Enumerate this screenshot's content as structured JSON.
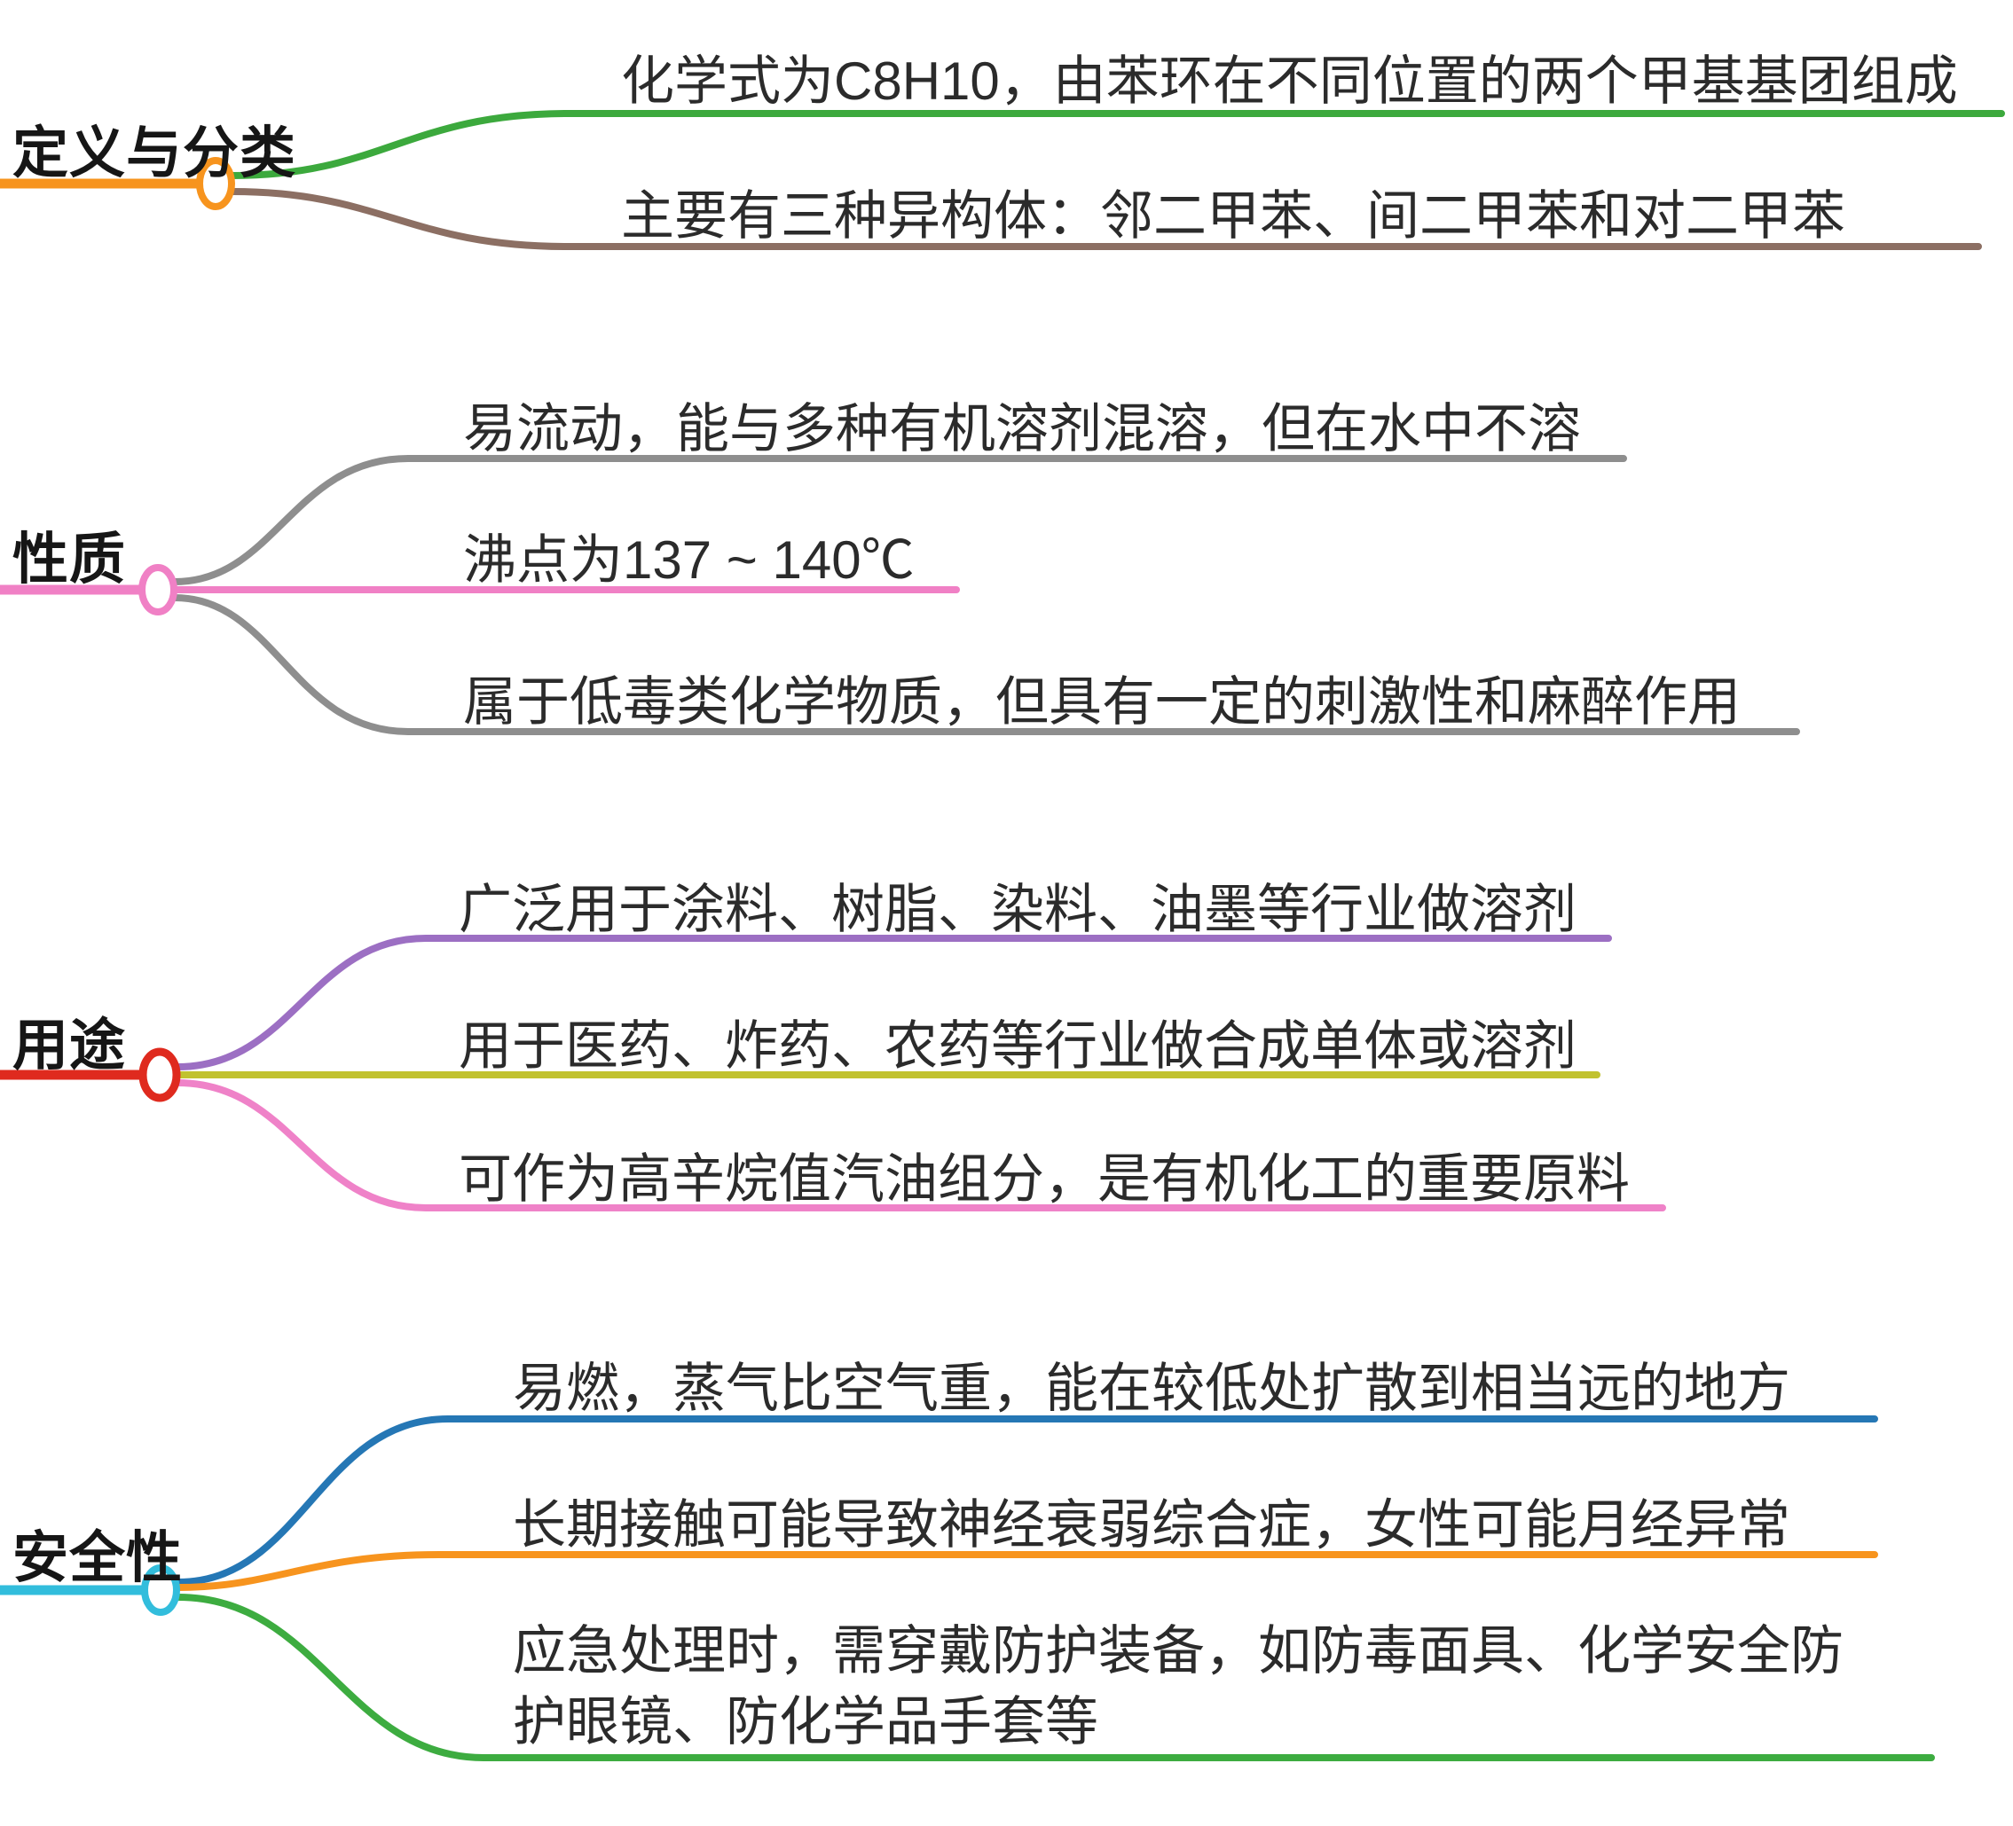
{
  "sections": [
    {
      "label": "定义与分类",
      "color": "#F7941E",
      "children": [
        {
          "text": "化学式为C8H10，由苯环在不同位置的两个甲基基团组成",
          "color": "#3CA93D"
        },
        {
          "text": "主要有三种异构体：邻二甲苯、间二甲苯和对二甲苯",
          "color": "#8C6F63"
        }
      ]
    },
    {
      "label": "性质",
      "color": "#F080C5",
      "children": [
        {
          "text": "易流动，能与多种有机溶剂混溶，但在水中不溶",
          "color": "#8E8E8E"
        },
        {
          "text": "沸点为137 ~ 140℃",
          "color": "#F080C5"
        },
        {
          "text": "属于低毒类化学物质，但具有一定的刺激性和麻醉作用",
          "color": "#8E8E8E"
        }
      ]
    },
    {
      "label": "用途",
      "color": "#DF2A1E",
      "children": [
        {
          "text": "广泛用于涂料、树脂、染料、油墨等行业做溶剂",
          "color": "#9C6FC3"
        },
        {
          "text": "用于医药、炸药、农药等行业做合成单体或溶剂",
          "color": "#C1C22F"
        },
        {
          "text": "可作为高辛烷值汽油组分，是有机化工的重要原料",
          "color": "#EF82C8"
        }
      ]
    },
    {
      "label": "安全性",
      "color": "#32BDDC",
      "children": [
        {
          "text": "易燃，蒸气比空气重，能在较低处扩散到相当远的地方",
          "color": "#2577B5"
        },
        {
          "text": "长期接触可能导致神经衰弱综合症，女性可能月经异常",
          "color": "#F7941E"
        },
        {
          "text": "应急处理时，需穿戴防护装备，如防毒面具、化学安全防\n护眼镜、防化学品手套等",
          "color": "#3DAC40"
        }
      ]
    }
  ]
}
